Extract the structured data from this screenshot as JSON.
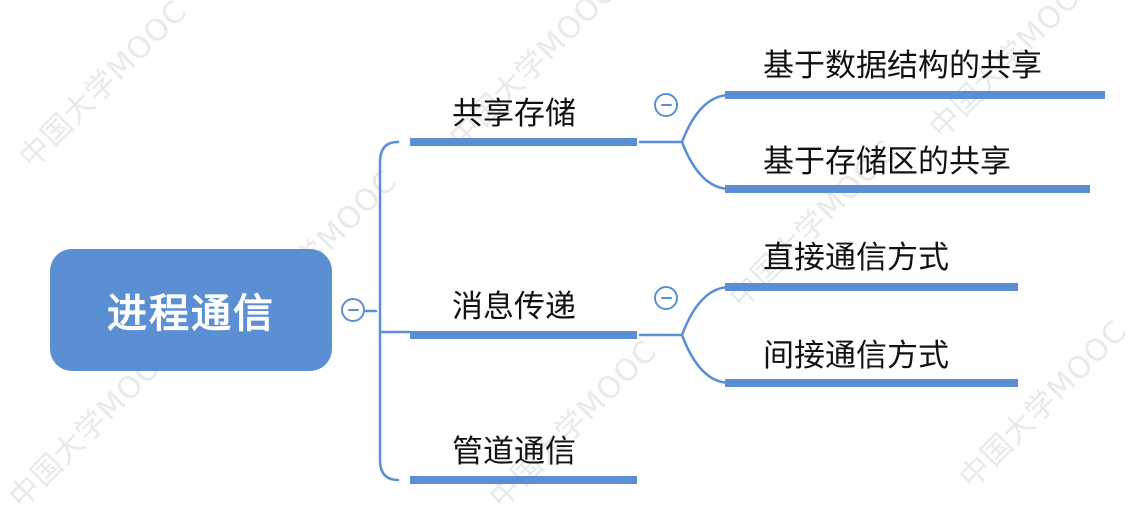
{
  "root": {
    "label": "进程通信"
  },
  "branches": [
    {
      "label": "共享存储",
      "collapsible": true,
      "children": [
        {
          "label": "基于数据结构的共享"
        },
        {
          "label": "基于存储区的共享"
        }
      ]
    },
    {
      "label": "消息传递",
      "collapsible": true,
      "children": [
        {
          "label": "直接通信方式"
        },
        {
          "label": "间接通信方式"
        }
      ]
    },
    {
      "label": "管道通信",
      "collapsible": false,
      "children": []
    }
  ],
  "colors": {
    "accent": "#5b8fd3",
    "text": "#111111"
  },
  "watermark": {
    "text": "中国大学MOOC"
  }
}
